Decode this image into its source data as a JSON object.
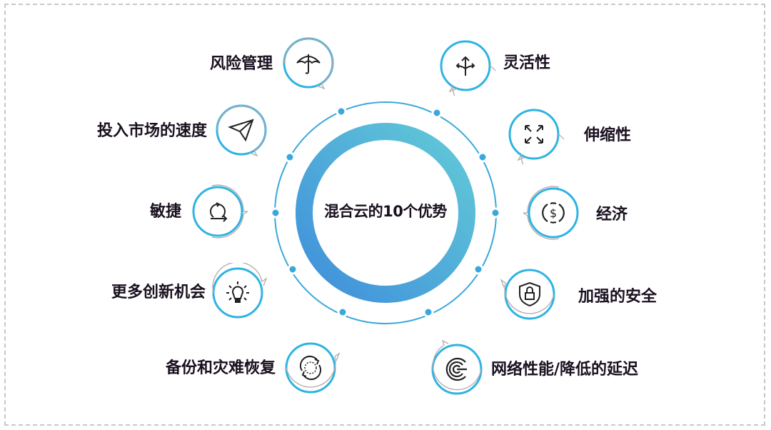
{
  "diagram": {
    "title": "混合云的10个优势",
    "colors": {
      "ring_gradient_start": "#3f93db",
      "ring_gradient_end": "#5cc6d8",
      "outer_ring": "#3aa8dc",
      "dot": "#3aa8dc",
      "node_inner_ring": "#2fb3e3",
      "node_outer_arc": "#b8a8a8",
      "icon_stroke": "#222222",
      "label_text": "#1a1020",
      "frame_border": "#c8c8c8"
    },
    "nodes": [
      {
        "id": "risk",
        "label": "风险管理",
        "icon": "umbrella-icon",
        "side": "left"
      },
      {
        "id": "flexibility",
        "label": "灵活性",
        "icon": "split-arrows-icon",
        "side": "right"
      },
      {
        "id": "speed",
        "label": "投入市场的速度",
        "icon": "paper-plane-icon",
        "side": "left"
      },
      {
        "id": "scalability",
        "label": "伸缩性",
        "icon": "expand-arrows-icon",
        "side": "right"
      },
      {
        "id": "agility",
        "label": "敏捷",
        "icon": "loop-arrow-icon",
        "side": "left"
      },
      {
        "id": "economy",
        "label": "经济",
        "icon": "dollar-coin-icon",
        "side": "right"
      },
      {
        "id": "innovation",
        "label": "更多创新机会",
        "icon": "lightbulb-icon",
        "side": "left"
      },
      {
        "id": "security",
        "label": "加强的安全",
        "icon": "shield-lock-icon",
        "side": "right"
      },
      {
        "id": "backup",
        "label": "备份和灾难恢复",
        "icon": "sync-icon",
        "side": "left"
      },
      {
        "id": "network",
        "label": "网络性能/降低的延迟",
        "icon": "network-signal-icon",
        "side": "right"
      }
    ]
  }
}
